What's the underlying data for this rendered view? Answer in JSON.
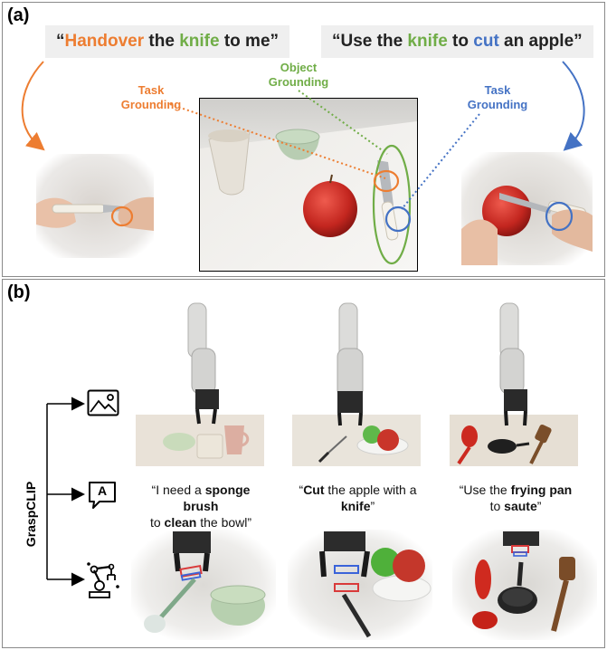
{
  "panel_a": {
    "label": "(a)",
    "cmd_left": {
      "q_open": "“",
      "w1": "Handover",
      "w2": " the ",
      "w3": "knife",
      "w4": " to me”"
    },
    "cmd_right": {
      "q_open": "“Use the ",
      "w1": "knife",
      "w2": " to ",
      "w3": "cut",
      "w4": " an apple”"
    },
    "task_grounding_left": [
      "Task",
      "Grounding"
    ],
    "object_grounding": [
      "Object",
      "Grounding"
    ],
    "task_grounding_right": [
      "Task",
      "Grounding"
    ]
  },
  "panel_b": {
    "label": "(b)",
    "side_label": "GraspCLIP",
    "captions": [
      {
        "l1_pre": "“I need a ",
        "l1_bold": "sponge brush",
        "l2_pre": "to ",
        "l2_bold": "clean",
        "l2_post": " the bowl”"
      },
      {
        "l1_pre": "“",
        "l1_bold": "Cut",
        "l1_post": " the apple with a",
        "l2_bold": "knife",
        "l2_post": "”"
      },
      {
        "l1_pre": "“Use the ",
        "l1_bold": "frying pan",
        "l2_pre": "to ",
        "l2_bold": "saute",
        "l2_post": "”"
      }
    ],
    "text_icon_letter": "A"
  },
  "colors": {
    "orange": "#ed7d31",
    "green": "#70ad47",
    "blue": "#4472c4"
  }
}
